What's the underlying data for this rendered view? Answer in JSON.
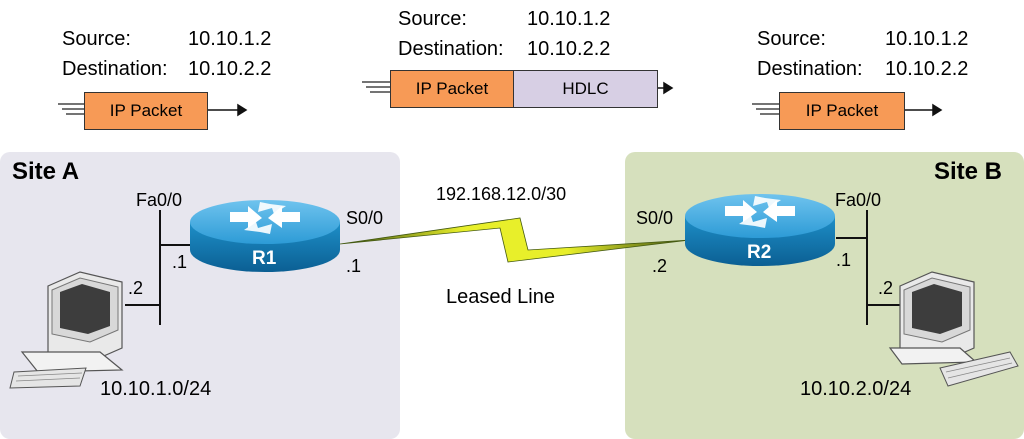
{
  "sites": {
    "a": {
      "title": "Site A",
      "network": "10.10.1.0/24",
      "host_addr": ".2",
      "router_addr": ".1",
      "interface_lan": "Fa0/0",
      "interface_wan": "S0/0",
      "wan_addr": ".1"
    },
    "b": {
      "title": "Site B",
      "network": "10.10.2.0/24",
      "host_addr": ".2",
      "router_addr": ".1",
      "interface_lan": "Fa0/0",
      "interface_wan": "S0/0",
      "wan_addr": ".2"
    }
  },
  "routers": {
    "r1": "R1",
    "r2": "R2"
  },
  "wan": {
    "subnet": "192.168.12.0/30",
    "link_label": "Leased Line"
  },
  "packets": {
    "left": {
      "source_label": "Source:",
      "source": "10.10.1.2",
      "dest_label": "Destination:",
      "dest": "10.10.2.2",
      "box": "IP Packet"
    },
    "middle": {
      "source_label": "Source:",
      "source": "10.10.1.2",
      "dest_label": "Destination:",
      "dest": "10.10.2.2",
      "box": "IP Packet",
      "trailer": "HDLC"
    },
    "right": {
      "source_label": "Source:",
      "source": "10.10.1.2",
      "dest_label": "Destination:",
      "dest": "10.10.2.2",
      "box": "IP Packet"
    }
  },
  "colors": {
    "ip_packet": "#f79a56",
    "hdlc": "#d7cfe4",
    "site_a": "#e7e6ee",
    "site_b": "#d6e0bd",
    "router": "#1e8fc8",
    "leased_line": "#e8ef2a"
  },
  "icons": [
    "router-icon",
    "computer-icon",
    "lightning-link-icon",
    "arrow-right-icon"
  ]
}
